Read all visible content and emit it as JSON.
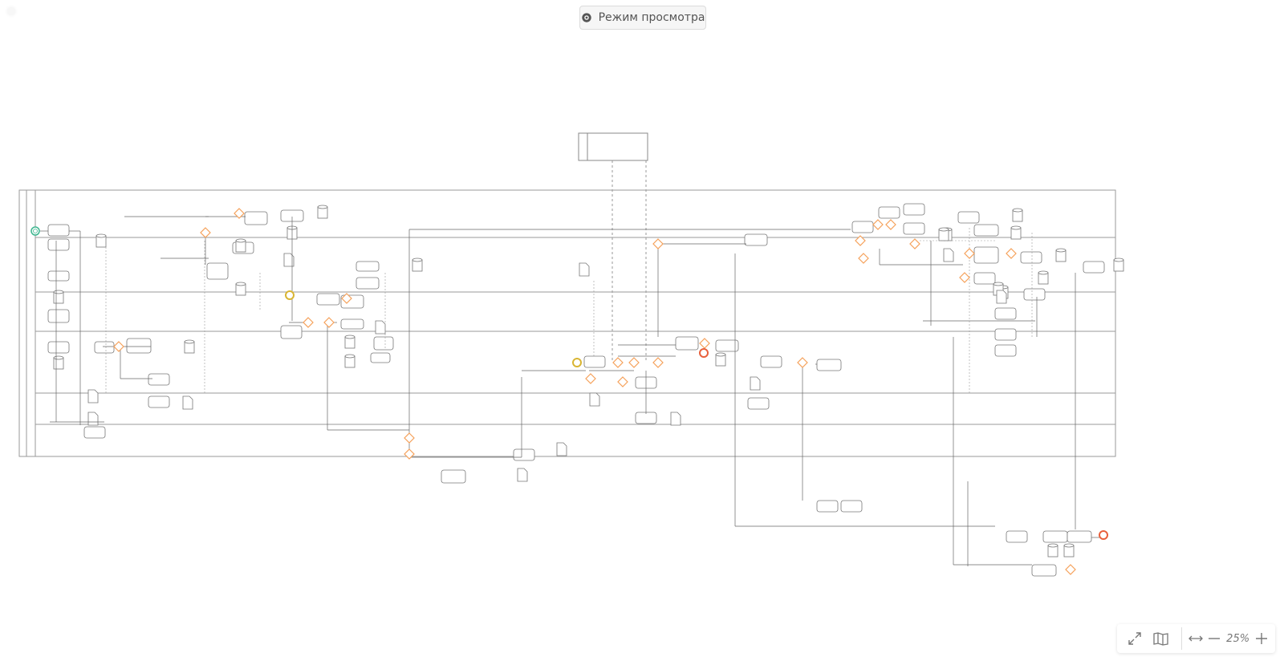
{
  "header": {
    "view_mode_label": "Режим просмотра",
    "view_mode_icon": "eye-icon"
  },
  "toolbar": {
    "fullscreen_icon": "expand-icon",
    "minimap_icon": "map-icon",
    "fit_width_icon": "fit-width-icon",
    "zoom_out_icon": "minus-icon",
    "zoom_level": "25%",
    "zoom_in_icon": "plus-icon"
  },
  "diagram": {
    "type": "BPMN process diagram",
    "pool_count": 1,
    "lane_count": 6,
    "colors": {
      "gateway": "#f5a15a",
      "start_event": "#3cb58e",
      "end_event": "#e8603c",
      "intermediate_event": "#d9b533",
      "lines": "#555555",
      "lane_border": "#9a9a9a"
    }
  }
}
